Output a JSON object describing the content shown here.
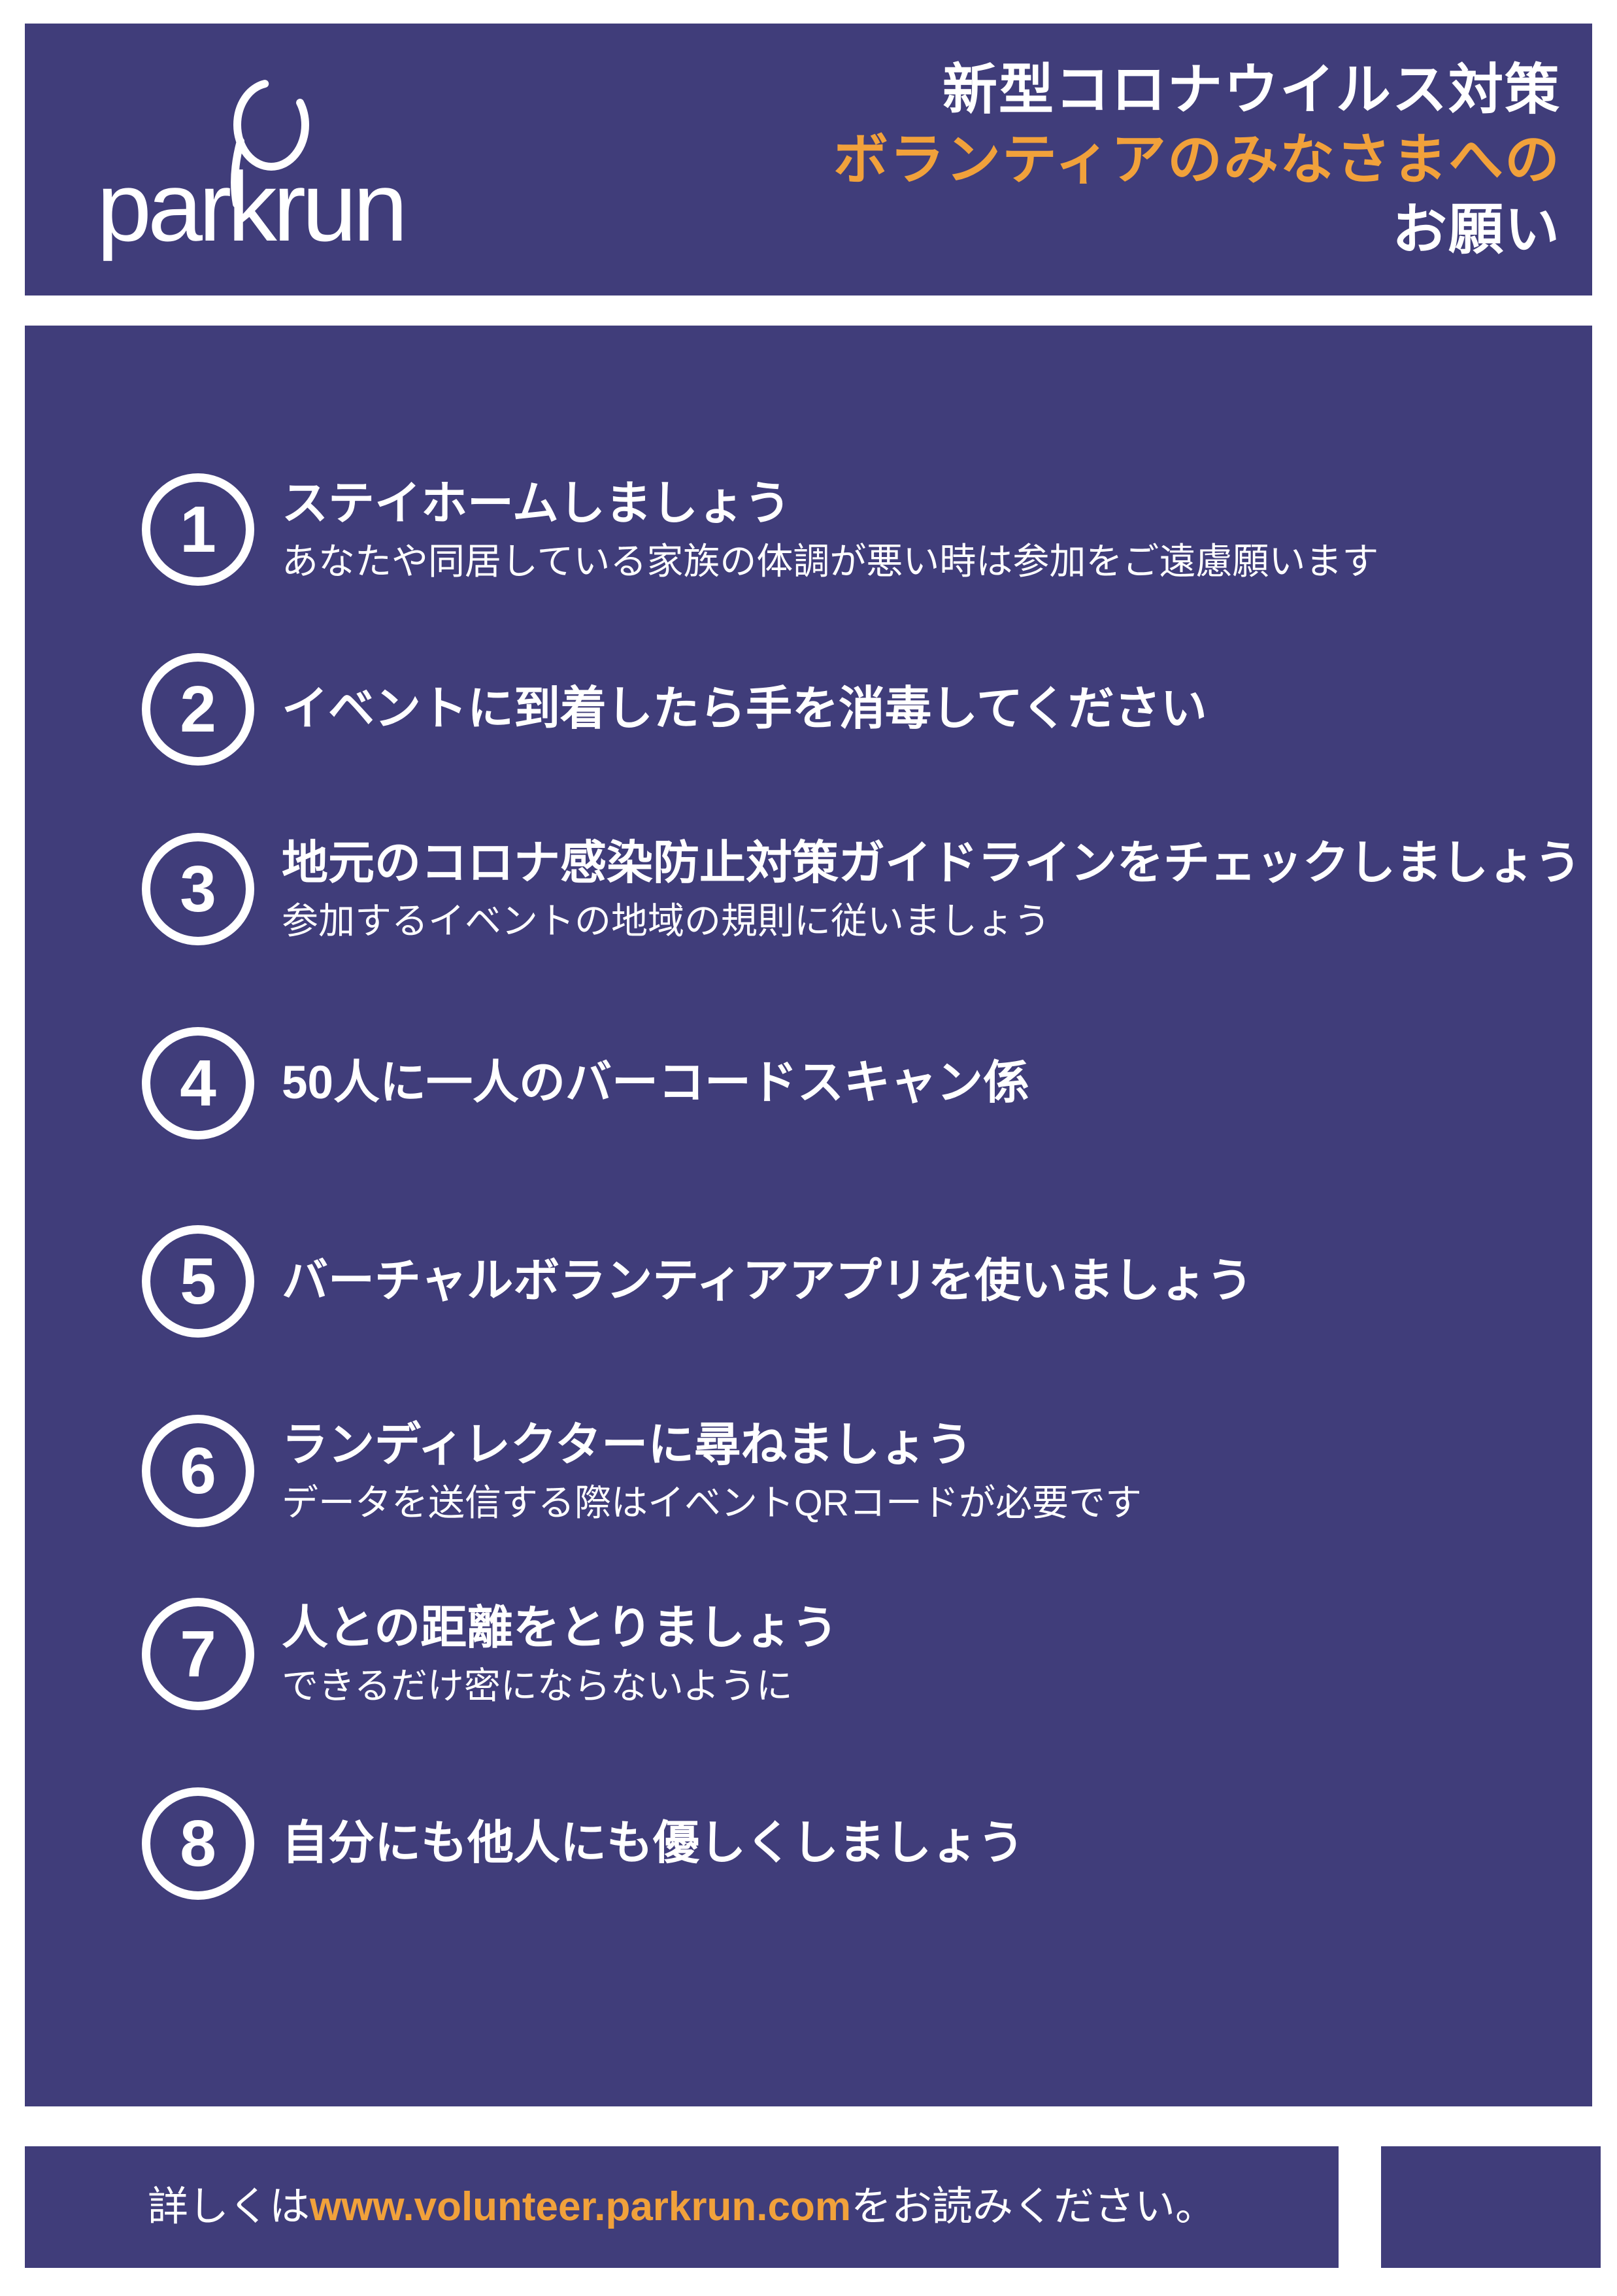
{
  "colors": {
    "purple": "#403D7A",
    "orange": "#F1A13B",
    "white": "#FFFFFF"
  },
  "header": {
    "logo_text": "parkrun",
    "title_line1": "新型コロナウイルス対策",
    "title_line2": "ボランティアのみなさまへの",
    "title_line3": "お願い"
  },
  "items": [
    {
      "number": "1",
      "title": "ステイホームしましょう",
      "subtitle": "あなたや同居している家族の体調が悪い時は参加をご遠慮願います"
    },
    {
      "number": "2",
      "title": "イベントに到着したら手を消毒してください",
      "subtitle": ""
    },
    {
      "number": "3",
      "title": "地元のコロナ感染防止対策ガイドラインをチェックしましょう",
      "subtitle": "参加するイベントの地域の規則に従いましょう"
    },
    {
      "number": "4",
      "title": "50人に一人のバーコードスキャン係",
      "subtitle": ""
    },
    {
      "number": "5",
      "title": "バーチャルボランティアアプリを使いましょう",
      "subtitle": ""
    },
    {
      "number": "6",
      "title": "ランディレクターに尋ねましょう",
      "subtitle": "データを送信する際はイベントQRコードが必要です"
    },
    {
      "number": "7",
      "title": "人との距離をとりましょう",
      "subtitle": "できるだけ密にならないように"
    },
    {
      "number": "8",
      "title": "自分にも他人にも優しくしましょう",
      "subtitle": ""
    }
  ],
  "footer": {
    "prefix": "詳しくは",
    "url": "www.volunteer.parkrun.com",
    "suffix": "をお読みください。"
  }
}
